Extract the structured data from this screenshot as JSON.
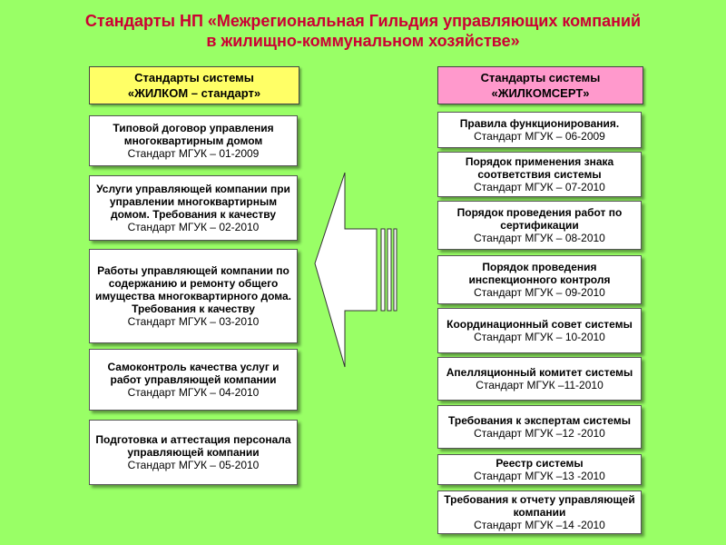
{
  "title": {
    "line1": "Стандарты НП «Межрегиональная Гильдия управляющих компаний",
    "line2": "в  жилищно-коммунальном хозяйстве»"
  },
  "left_column": {
    "header": {
      "line1": "Стандарты системы",
      "line2": "«ЖИЛКОМ – стандарт»"
    },
    "items": [
      {
        "name": "Типовой договор управления многоквартирным домом",
        "code": "Стандарт МГУК – 01-2009"
      },
      {
        "name": "Услуги управляющей компании при управлении многоквартирным домом. Требования к качеству",
        "code": "Стандарт МГУК – 02-2010"
      },
      {
        "name": "Работы управляющей компании по содержанию и ремонту общего имущества многоквартирного дома. Требования к качеству",
        "code": "Стандарт МГУК – 03-2010"
      },
      {
        "name": "Самоконтроль качества услуг и работ управляющей компании",
        "code": "Стандарт МГУК – 04-2010"
      },
      {
        "name": "Подготовка и аттестация персонала управляющей компании",
        "code": "Стандарт МГУК – 05-2010"
      }
    ]
  },
  "right_column": {
    "header": {
      "line1": "Стандарты системы",
      "line2": "«ЖИЛКОМСЕРТ»"
    },
    "items": [
      {
        "name": "Правила функционирования.",
        "code": "Стандарт МГУК – 06-2009"
      },
      {
        "name": "Порядок применения знака соответствия системы",
        "code": "Стандарт МГУК – 07-2010"
      },
      {
        "name": "Порядок проведения работ по сертификации",
        "code": "Стандарт МГУК – 08-2010"
      },
      {
        "name": "Порядок проведения инспекционного контроля",
        "code": "Стандарт МГУК – 09-2010"
      },
      {
        "name": "Координационный совет системы",
        "code": "Стандарт МГУК – 10-2010"
      },
      {
        "name": "Апелляционный комитет системы",
        "code": "Стандарт МГУК –11-2010"
      },
      {
        "name": "Требования к экспертам системы",
        "code": "Стандарт МГУК –12 -2010"
      },
      {
        "name": "Реестр системы",
        "code": "Стандарт МГУК –13 -2010"
      },
      {
        "name": "Требования к отчету управляющей компании",
        "code": "Стандарт МГУК –14 -2010"
      }
    ]
  },
  "colors": {
    "background": "#99ff66",
    "title": "#cc0033",
    "left_header": "#ffff66",
    "right_header": "#ff99cc"
  }
}
